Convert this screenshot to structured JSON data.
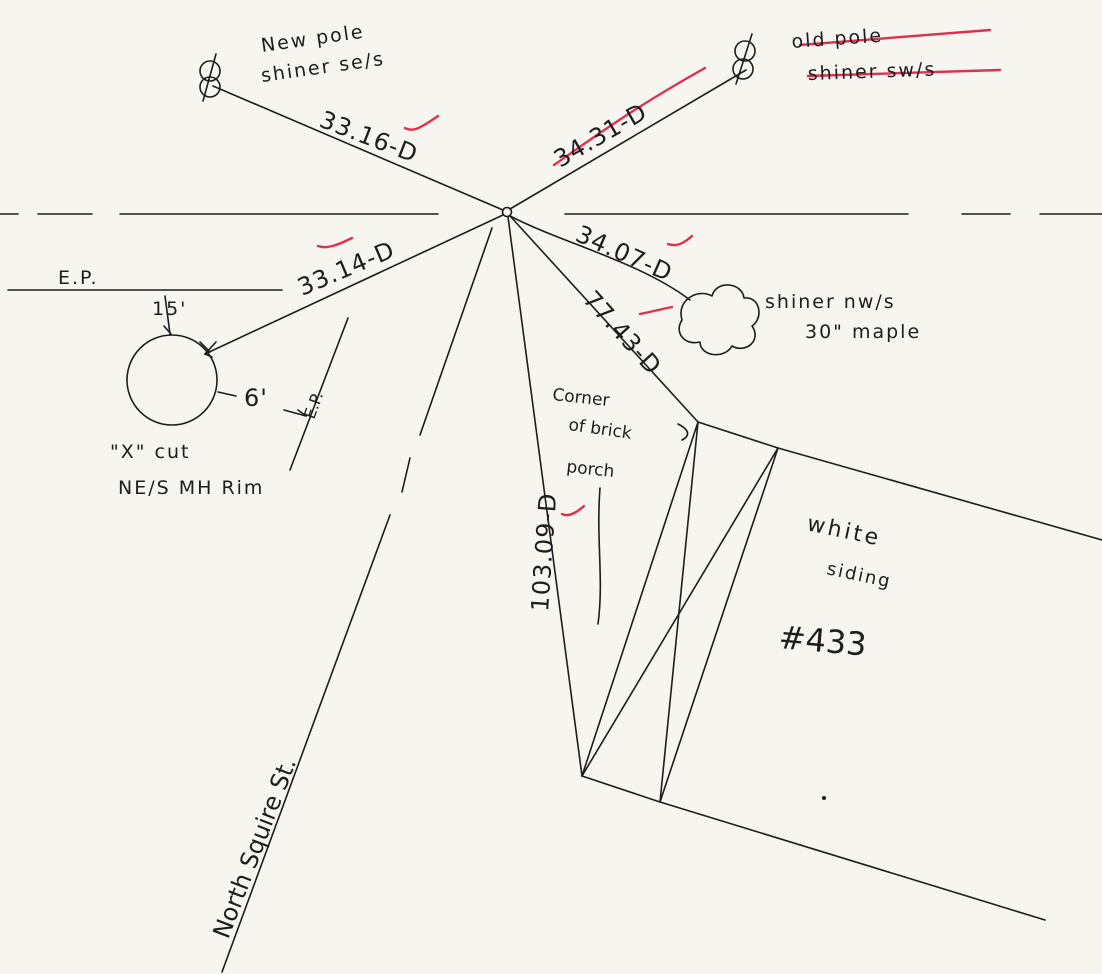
{
  "colors": {
    "paper": "#f7f5ef",
    "ink": "#1d1d1f",
    "check_red": "#e0304f"
  },
  "labels": {
    "new_pole_line1": "New pole",
    "new_pole_line2": "shiner se/s",
    "old_pole_line1": "old pole",
    "old_pole_line2": "shiner sw/s",
    "meas_new_pole": "33.16-D",
    "meas_old_pole": "34.31-D",
    "meas_manhole": "33.14-D",
    "meas_tree": "34.07-D",
    "meas_corner": "77.43-D",
    "meas_house": "103.09-D",
    "tree_line1": "shiner nw/s",
    "tree_line2": "30\" maple",
    "ep_left": "E.P.",
    "ep_right": "E.P.",
    "offset_15": "15'",
    "offset_6": "6'",
    "mh_line1": "\"X\" cut",
    "mh_line2": "NE/S MH Rim",
    "corner_line1": "Corner",
    "corner_line2": "of brick",
    "corner_line3": "porch",
    "street": "North Squire St.",
    "siding_line1": "white",
    "siding_line2": "siding",
    "house_number": "#433"
  },
  "icons": {
    "new_pole": "utility-pole-icon",
    "old_pole": "utility-pole-icon",
    "tree": "tree-canopy-icon",
    "manhole": "manhole-circle"
  }
}
